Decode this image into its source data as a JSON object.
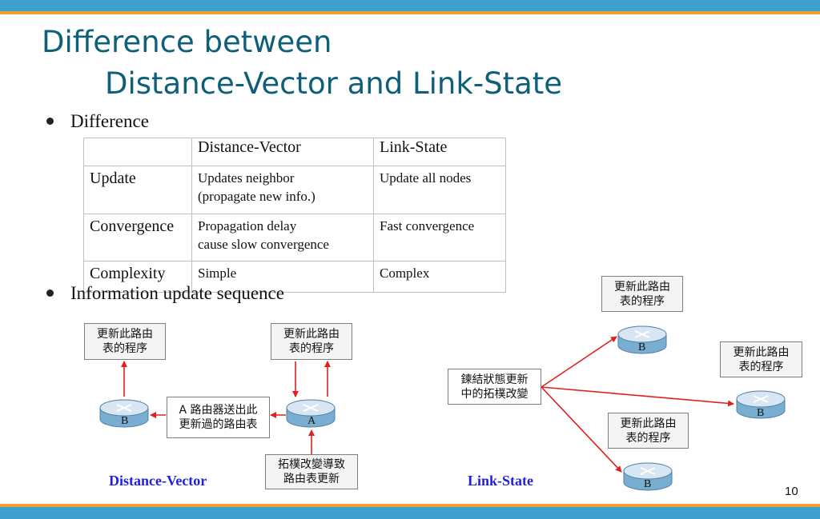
{
  "slide": {
    "title_line1": "Difference between",
    "title_line2": "Distance-Vector and Link-State",
    "bullets": [
      "Difference",
      "Information update sequence"
    ],
    "page_number": "10"
  },
  "table": {
    "headers": [
      "",
      "Distance-Vector",
      "Link-State"
    ],
    "rows": [
      {
        "label": "Update",
        "dv": "Updates neighbor\n(propagate new info.)",
        "ls": "Update all nodes"
      },
      {
        "label": "Convergence",
        "dv": "Propagation delay\ncause slow convergence",
        "ls": "Fast convergence"
      },
      {
        "label": "Complexity",
        "dv": "Simple",
        "ls": "Complex"
      }
    ]
  },
  "diagram": {
    "update_proc": "更新此路由\n表的程序",
    "dv_send": "A 路由器送出此\n更新過的路由表",
    "topo_change": "拓樸改變導致\n路由表更新",
    "ls_update": "鍊結狀態更新\n中的拓樸改變",
    "router_a": "A",
    "router_b": "B",
    "dv_label": "Distance-Vector",
    "ls_label": "Link-State"
  },
  "colors": {
    "title": "#0e5f78",
    "arrow": "#e02020",
    "method_label": "#1f1fe0",
    "bar": "#3fa0cf",
    "bar_accent": "#f0a030"
  }
}
